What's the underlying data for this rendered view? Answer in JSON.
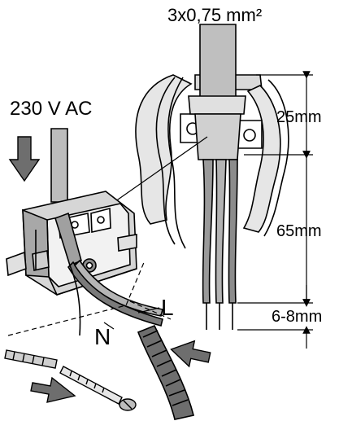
{
  "labels": {
    "cable_spec": "3x0,75 mm²",
    "voltage": "230 V AC",
    "dim_top": "25mm",
    "dim_middle": "65mm",
    "dim_strip": "6-8mm",
    "wire_l": "L",
    "wire_n": "N"
  },
  "colors": {
    "line": "#000000",
    "fill": "#ffffff",
    "shade_light": "#d9d9d9",
    "shade_mid": "#a6a6a6",
    "shade_dark": "#6e6e6e"
  }
}
